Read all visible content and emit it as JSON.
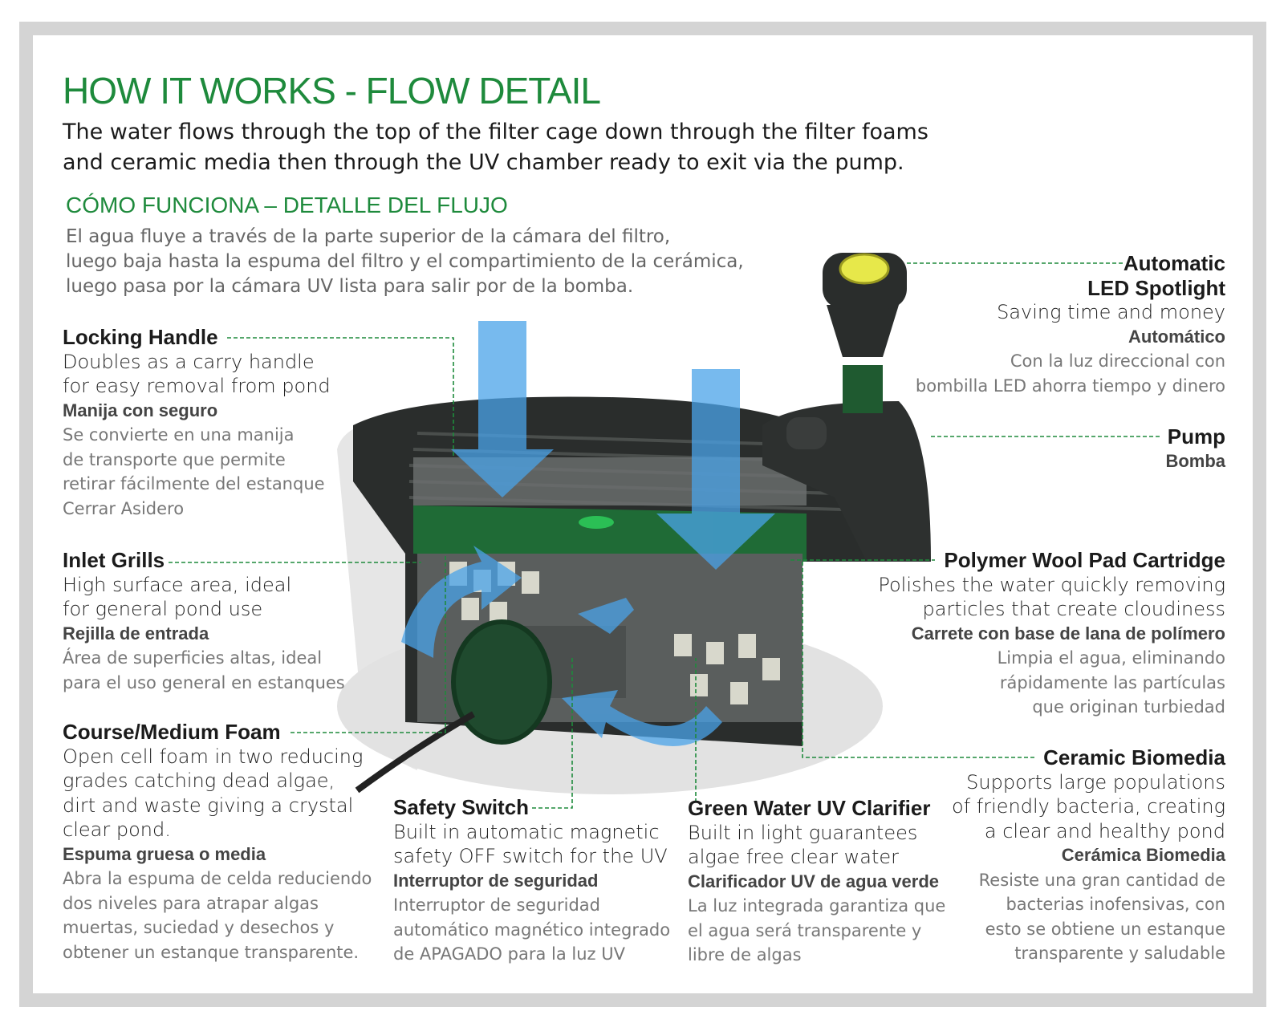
{
  "title": "HOW IT WORKS - FLOW DETAIL",
  "intro": [
    "The water flows through the top of the filter cage down through the filter foams",
    "and ceramic media then through the UV chamber ready to exit via the pump."
  ],
  "es_title": "CÓMO FUNCIONA – DETALLE DEL FLUJO",
  "es_intro": [
    "El agua fluye a través de la parte superior de la cámara del filtro,",
    "luego baja hasta la espuma del filtro y el compartimiento de la cerámica,",
    "luego pasa por la cámara UV lista para salir por de la bomba."
  ],
  "colors": {
    "accent": "#1e8a3c",
    "frame": "#d4d4d4",
    "water": "#4aa3e8"
  },
  "callouts": {
    "locking_handle": {
      "h": "Locking Handle",
      "d": [
        "Doubles as a carry handle",
        "for easy removal from pond"
      ],
      "hs": "Manija con seguro",
      "ds": [
        "Se convierte en una manija",
        "de transporte que permite",
        "retirar fácilmente del estanque",
        "Cerrar Asidero"
      ]
    },
    "inlet_grills": {
      "h": "Inlet Grills",
      "d": [
        "High surface area, ideal",
        "for general pond use"
      ],
      "hs": "Rejilla de entrada",
      "ds": [
        "Área de superficies altas, ideal",
        "para el uso general en estanques"
      ]
    },
    "foam": {
      "h": "Course/Medium Foam",
      "d": [
        "Open cell foam in two reducing",
        "grades catching dead algae,",
        "dirt and waste giving a crystal",
        "clear pond."
      ],
      "hs": "Espuma gruesa o media",
      "ds": [
        "Abra la espuma de celda reduciendo",
        "dos niveles para atrapar algas",
        "muertas, suciedad y desechos y",
        "obtener un estanque transparente."
      ]
    },
    "safety_switch": {
      "h": "Safety Switch",
      "d": [
        "Built in automatic magnetic",
        "safety OFF switch for the UV"
      ],
      "hs": "Interruptor de seguridad",
      "ds": [
        "Interruptor de seguridad",
        "automático magnético integrado",
        "de APAGADO para la luz UV"
      ]
    },
    "uv_clarifier": {
      "h": "Green Water UV Clarifier",
      "d": [
        "Built in light guarantees",
        "algae free clear water"
      ],
      "hs": "Clarificador UV de agua verde",
      "ds": [
        "La luz integrada garantiza que",
        "el agua será transparente y",
        "libre de algas"
      ]
    },
    "led": {
      "h": [
        "Automatic",
        "LED Spotlight"
      ],
      "d": [
        "Saving time and money"
      ],
      "hs": "Automático",
      "ds": [
        "Con la luz direccional con",
        "bombilla LED ahorra tiempo y dinero"
      ]
    },
    "pump": {
      "h": "Pump",
      "hs": "Bomba"
    },
    "polymer": {
      "h": "Polymer Wool Pad Cartridge",
      "d": [
        "Polishes the water quickly removing",
        "particles that create cloudiness"
      ],
      "hs": "Carrete con base de lana de polímero",
      "ds": [
        "Limpia el agua, eliminando",
        "rápidamente las partículas",
        "que originan turbiedad"
      ]
    },
    "ceramic": {
      "h": "Ceramic Biomedia",
      "d": [
        "Supports large populations",
        "of friendly bacteria, creating",
        "a clear and healthy pond"
      ],
      "hs": "Cerámica Biomedia",
      "ds": [
        "Resiste una gran cantidad de",
        "bacterias inofensivas, con",
        "esto se obtiene un estanque",
        "transparente y saludable"
      ]
    }
  }
}
